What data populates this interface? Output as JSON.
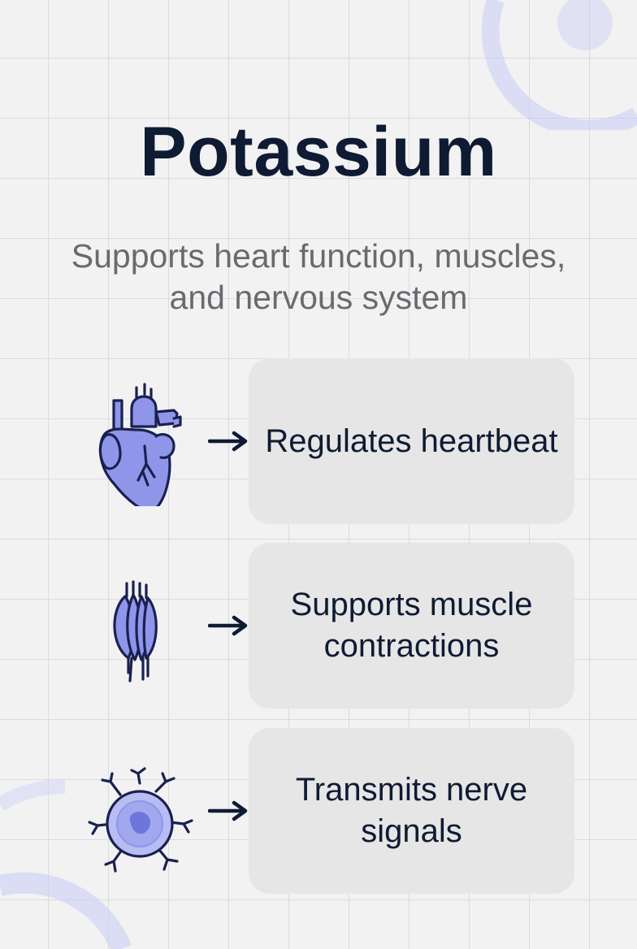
{
  "title": "Potassium",
  "subtitle": "Supports heart function, muscles, and nervous system",
  "colors": {
    "background": "#f2f2f3",
    "title": "#0f1b33",
    "subtitle": "#6a6a6e",
    "card": "#e6e6e7",
    "icon_fill": "#8f96ea",
    "icon_stroke": "#1a2150"
  },
  "items": [
    {
      "icon": "heart-icon",
      "text": "Regulates heartbeat"
    },
    {
      "icon": "muscle-icon",
      "text": "Supports muscle contractions"
    },
    {
      "icon": "nerve-cell-icon",
      "text": "Transmits nerve signals"
    }
  ]
}
